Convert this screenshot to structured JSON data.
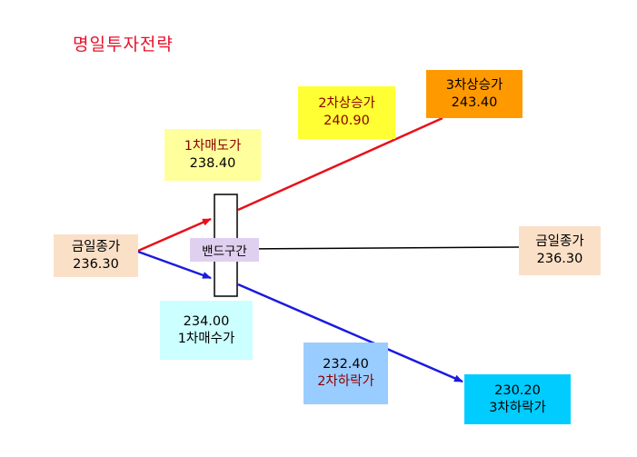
{
  "title": "명일투자전략",
  "nodes": {
    "close_left": {
      "label": "금일종가",
      "value": "236.30"
    },
    "close_right": {
      "label": "금일종가",
      "value": "236.30"
    },
    "sell1": {
      "label": "1차매도가",
      "value": "238.40"
    },
    "up2": {
      "label": "2차상승가",
      "value": "240.90"
    },
    "up3": {
      "label": "3차상승가",
      "value": "243.40"
    },
    "buy1": {
      "label": "1차매수가",
      "value": "234.00"
    },
    "down2": {
      "label": "2차하락가",
      "value": "232.40"
    },
    "down3": {
      "label": "3차하락가",
      "value": "230.20"
    }
  },
  "band": {
    "label": "밴드구간"
  },
  "colors": {
    "title": "#e8102a",
    "up_arrow": "#e8101a",
    "down_arrow": "#1a1ae0",
    "close_box": "#fbe0c8",
    "sell1_box": "#ffff9c",
    "up2_box": "#ffff33",
    "up3_box": "#ff9900",
    "buy1_box": "#ccffff",
    "down2_box": "#99ccff",
    "down3_box": "#00ccff",
    "band_box": "#e0d0f0",
    "label_dark_red": "#8b0000"
  }
}
